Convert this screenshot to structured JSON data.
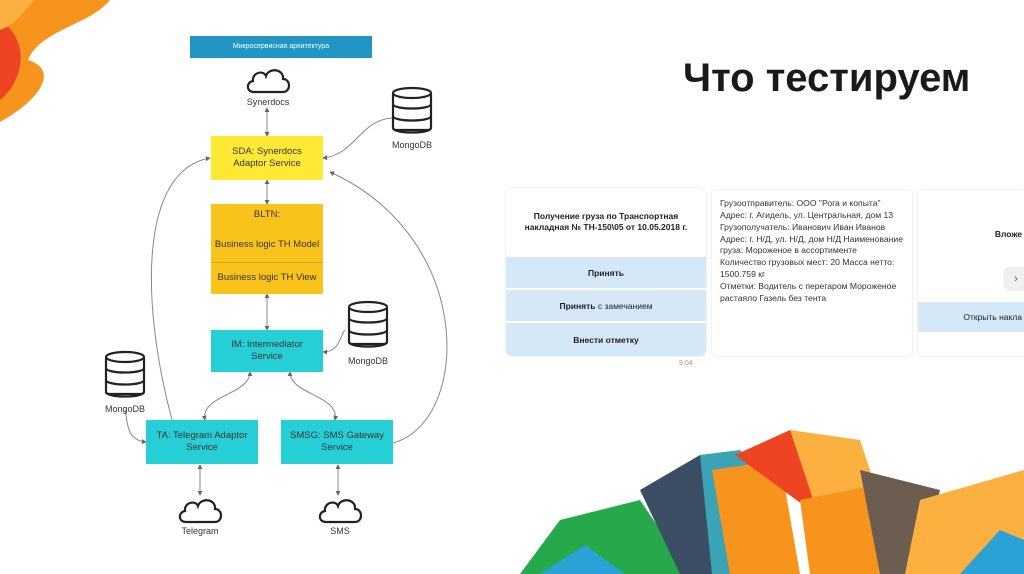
{
  "title": "Что тестируем",
  "diagram": {
    "header": "Микросервисная архитектура",
    "nodes": {
      "sda": "SDA: Synerdocs Adaptor Service",
      "bltn_title": "BLTN:",
      "bltn_model": "Business logic TH Model",
      "bltn_view": "Business logic TH View",
      "im": "IM: Intermediator Service",
      "ta": "TA: Telegram Adaptor Service",
      "smsg": "SMSG: SMS Gateway Service"
    },
    "icons": {
      "synerdocs": "Synerdocs",
      "mongodb_sda": "MongoDB",
      "mongodb_im": "MongoDB",
      "mongodb_ta": "MongoDB",
      "telegram": "Telegram",
      "sms": "SMS"
    }
  },
  "chat": {
    "card_title": "Получение груза по Транспортная накладная № ТН-150\\05 от 10.05.2018 г.",
    "btn_accept": "Принять",
    "btn_accept_remark_bold": "Принять",
    "btn_accept_remark_light": "с замечанием",
    "btn_note": "Внести отметку",
    "timestamp": "9:04",
    "info_text": "Грузоотправитель: ООО \"Рога и копыта\" Адрес: г. Агидель, ул. Центральная, дом 13 Грузополучатель: Иванович Иван Иванов Адрес: г. Н/Д, ул. Н/Д, дом Н/Д Наименование груза: Мороженое в ассортименте Количество грузовых мест: 20 Масса нетто: 1500.759 кг",
    "info_note": "Отметки: Водитель с перегаром Мороженое растаяло Газель без тента",
    "card2_title": "Вложе",
    "card2_btn": "Открыть накла",
    "arrow": "›"
  },
  "colors": {
    "header_blue": "#2196c4",
    "yellow": "#ffe934",
    "amber": "#f9c31b",
    "cyan": "#26cfd6",
    "button_blue": "#d4e8f8",
    "deco_orange": "#f7941d",
    "deco_red": "#ef4423",
    "deco_green": "#26a94a",
    "deco_blue": "#2aa2d6"
  }
}
